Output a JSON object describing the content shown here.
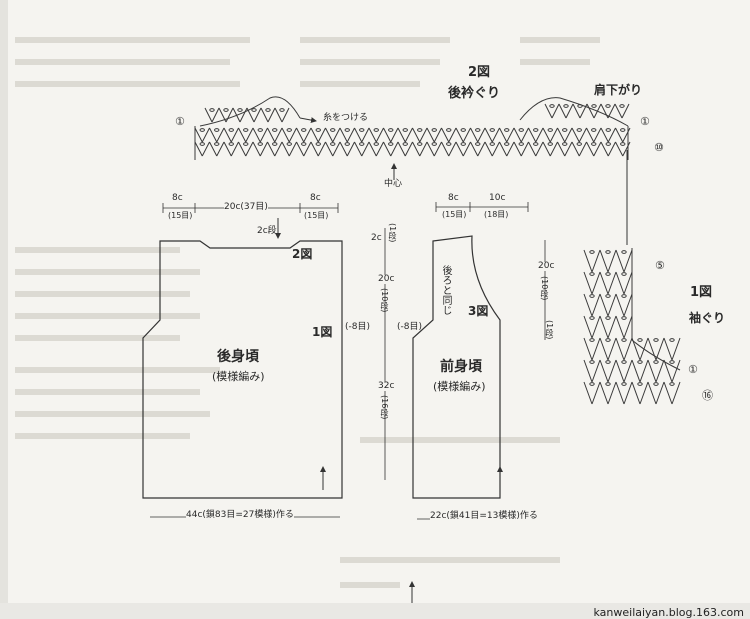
{
  "back_neck_chart": {
    "title": "2図",
    "subtitle": "後衿ぐり",
    "attach_note": "糸をつける",
    "center_label": "中心",
    "marker_1": "①",
    "marker_10": "⑩"
  },
  "sleeve_chart": {
    "title": "肩下がり",
    "fig_label": "1図",
    "fig_subtitle": "袖ぐり",
    "marker_1": "①",
    "marker_5": "⑤",
    "marker_16": "⑯"
  },
  "back_body": {
    "title": "後身頃",
    "pattern": "(模様編み)",
    "fig2": "2図",
    "fig1": "1図",
    "shoulder_left": "8c",
    "shoulder_left_sts": "(15目)",
    "neck_width": "20c(37目)",
    "shoulder_right": "8c",
    "shoulder_right_sts": "(15目)",
    "neck_depth": "2c段",
    "armhole_dec": "(-8目)",
    "bottom": "44c(鎖83目=27模様)作る"
  },
  "front_body": {
    "title": "前身頃",
    "pattern": "(模様編み)",
    "fig3": "3図",
    "shoulder": "8c",
    "shoulder_sts": "(15目)",
    "neck_width": "10c",
    "neck_sts": "(18目)",
    "back_same": "後ろと同じ",
    "armhole_dec": "(-8目)",
    "armhole_h": "20c",
    "armhole_rows": "(10段)",
    "armhole_row1": "(1段)",
    "bottom": "22c(鎖41目=13模様)作る"
  },
  "center_dims": {
    "top": "2c",
    "top_rows": "(1段)",
    "armhole": "20c",
    "armhole_rows": "(10段)",
    "body": "32c",
    "body_rows": "(16段)"
  },
  "site": "kanweilaiyan.blog.163.com"
}
